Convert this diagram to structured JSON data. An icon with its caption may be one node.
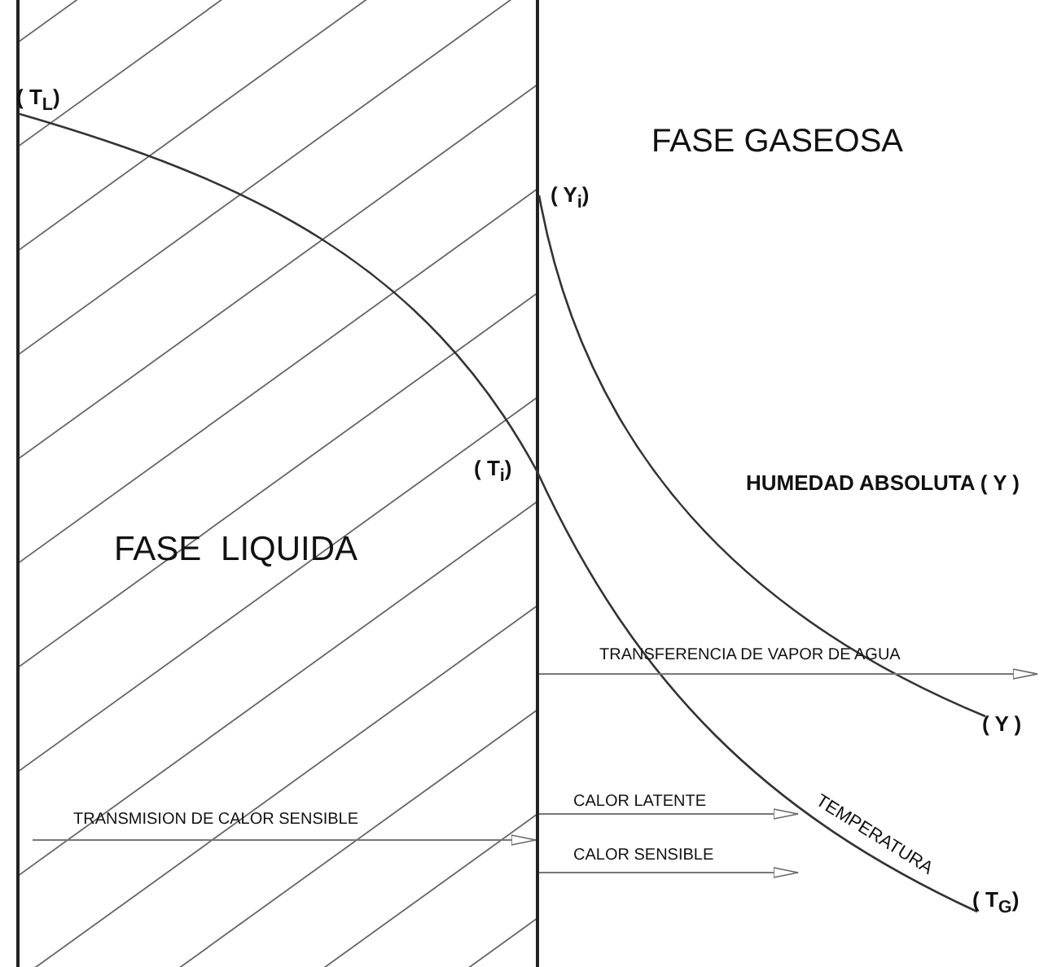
{
  "diagram": {
    "nodes": [
      {
        "text": [
          "FASE LIQUIDA"
        ]
      }
    ],
    "labels": [
      "( T$_{L}$)",
      "FASE GASEOSA",
      "( Y$_{i}$)",
      "( T$_{i}$)",
      "HUMEDAD ABSOLUTA ( Y )",
      "TRANSFERENCIA DE VAPOR DE AGUA",
      "( Y )",
      "TEMPERATURA",
      "TRANSMISION DE CALOR SENSIBLE",
      "CALOR LATENTE",
      "CALOR SENSIBLE",
      "( T$_{G}$)"
    ]
  }
}
